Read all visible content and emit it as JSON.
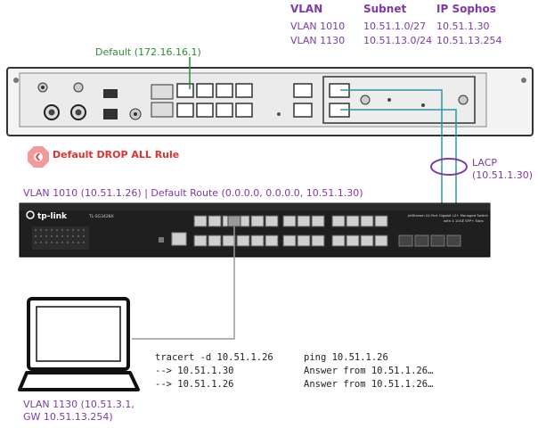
{
  "vlan_table": {
    "headers": [
      "VLAN",
      "Subnet",
      "IP Sophos"
    ],
    "rows": [
      [
        "VLAN 1010",
        "10.51.1.0/27",
        "10.51.1.30"
      ],
      [
        "VLAN 1130",
        "10.51.13.0/24",
        "10.51.13.254"
      ]
    ]
  },
  "default_label": "Default (172.16.16.1)",
  "rule_label": "Default DROP ALL Rule",
  "lacp_label": "LACP",
  "lacp_ip": "(10.51.1.30)",
  "switch_vlan_label": "VLAN 1010 (10.51.1.26) | Default Route (0.0.0.0, 0.0.0.0, 10.51.1.30)",
  "switch_brand": "tp-link",
  "switch_model": "TL-SG3428X",
  "switch_desc_1": "JetStream 24-Port Gigabit L2+ Managed Switch",
  "switch_desc_2": "with 4 10GE SFP+ Slots",
  "laptop_label_1": "VLAN 1130 (10.51.3.1,",
  "laptop_label_2": "GW 10.51.13.254)",
  "tracert": {
    "cmd": "tracert -d 10.51.1.26",
    "hop1": "--> 10.51.1.30",
    "hop2": "--> 10.51.1.26"
  },
  "ping": {
    "cmd": "ping 10.51.1.26",
    "reply1": "Answer from 10.51.1.26…",
    "reply2": "Answer from 10.51.1.26…"
  },
  "colors": {
    "purple": "#7d3aa6",
    "green": "#2e8b3a",
    "teal": "#2a9aa0",
    "red": "#e03030"
  }
}
